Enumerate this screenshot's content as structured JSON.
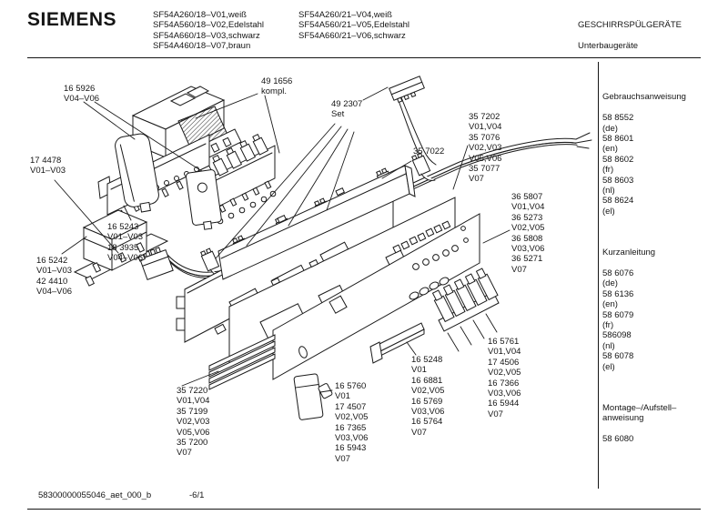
{
  "header": {
    "brand": "SIEMENS",
    "models_col1": [
      "SF54A260/18–V01,weiß",
      "SF54A560/18–V02,Edelstahl",
      "SF54A660/18–V03,schwarz",
      "SF54A460/18–V07,braun"
    ],
    "models_col2": [
      "SF54A260/21–V04,weiß",
      "SF54A560/21–V05,Edelstahl",
      "SF54A660/21–V06,schwarz"
    ],
    "category": "GESCHIRRSPÜLGERÄTE",
    "subcategory": "Unterbaugeräte"
  },
  "documents": {
    "sections": [
      {
        "title": "Gebrauchsanweisung",
        "items": [
          "58 8552",
          "(de)",
          "58 8601",
          "(en)",
          "58 8602",
          "(fr)",
          "58 8603",
          "(nl)",
          "58 8624",
          "(el)"
        ]
      },
      {
        "title": "Kurzanleitung",
        "items": [
          "58 6076",
          "(de)",
          "58 6136",
          "(en)",
          "58 6079",
          "(fr)",
          "586098",
          "(nl)",
          "58 6078",
          "(el)"
        ]
      },
      {
        "title_lines": [
          "Montage–/Aufstell–",
          "anweisung"
        ],
        "items": [
          "58 6080"
        ]
      }
    ]
  },
  "diagram": {
    "part_labels": [
      {
        "part": "16 5926",
        "lines": [
          "16 5926",
          "V04–V06"
        ]
      },
      {
        "part": "17 4478",
        "lines": [
          "17 4478",
          "V01–V03"
        ]
      },
      {
        "part": "16 5243",
        "lines": [
          "16 5243",
          "V01–V03",
          "18 3935",
          "V04–V06"
        ]
      },
      {
        "part": "16 5242",
        "lines": [
          "16 5242",
          "V01–V03",
          "42 4410",
          "V04–V06"
        ]
      },
      {
        "part": "49 1656",
        "lines": [
          "49 1656",
          "kompl."
        ]
      },
      {
        "part": "49 2307",
        "lines": [
          "49 2307",
          "Set"
        ]
      },
      {
        "part": "35 7022",
        "lines": [
          "35 7022"
        ]
      },
      {
        "part": "35 7202",
        "lines": [
          "35 7202",
          "V01,V04",
          "35 7076",
          "V02,V03",
          "V05,V06",
          "35 7077",
          "V07"
        ]
      },
      {
        "part": "36 5807",
        "lines": [
          "36 5807",
          "V01,V04",
          "36 5273",
          "V02,V05",
          "36 5808",
          "V03,V06",
          "36 5271",
          "V07"
        ]
      },
      {
        "part": "35 7220",
        "lines": [
          "35 7220",
          "V01,V04",
          "35 7199",
          "V02,V03",
          "V05,V06",
          "35 7200",
          "V07"
        ]
      },
      {
        "part": "16 5760",
        "lines": [
          "16 5760",
          "V01",
          "17 4507",
          "V02,V05",
          "16 7365",
          "V03,V06",
          "16 5943",
          "V07"
        ]
      },
      {
        "part": "16 5248",
        "lines": [
          "16 5248",
          "V01",
          "16 6881",
          "V02,V05",
          "16 5769",
          "V03,V06",
          "16 5764",
          "V07"
        ]
      },
      {
        "part": "16 5761",
        "lines": [
          "16 5761",
          "V01,V04",
          "17 4506",
          "V02,V05",
          "16 7366",
          "V03,V06",
          "16 5944",
          "V07"
        ]
      }
    ]
  },
  "footer": {
    "document_id": "58300000055046_aet_000_b",
    "page": "-6/1"
  }
}
